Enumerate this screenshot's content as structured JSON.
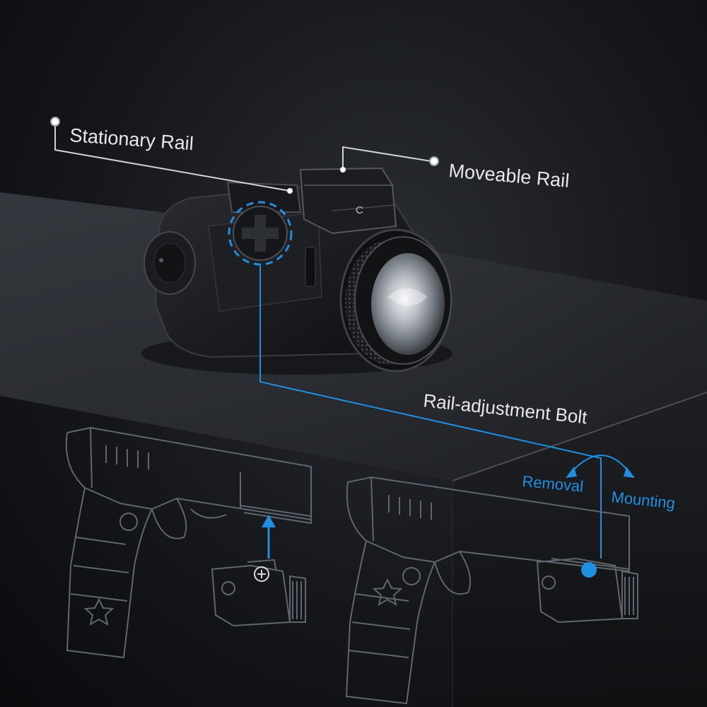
{
  "callouts": {
    "stationary_rail": "Stationary Rail",
    "moveable_rail": "Moveable Rail",
    "adjustment_bolt": "Rail-adjustment Bolt"
  },
  "directions": {
    "removal": "Removal",
    "mounting": "Mounting"
  },
  "rail_marking": "C",
  "colors": {
    "background": "#15171b",
    "label_text": "#e6e8ea",
    "leader_line": "#cfd2d6",
    "accent_blue": "#1f8fe0",
    "line_art": "#5e6670"
  },
  "icons": [
    "star-icon",
    "mounting-arrow-icon",
    "rotation-arrow-icon"
  ]
}
